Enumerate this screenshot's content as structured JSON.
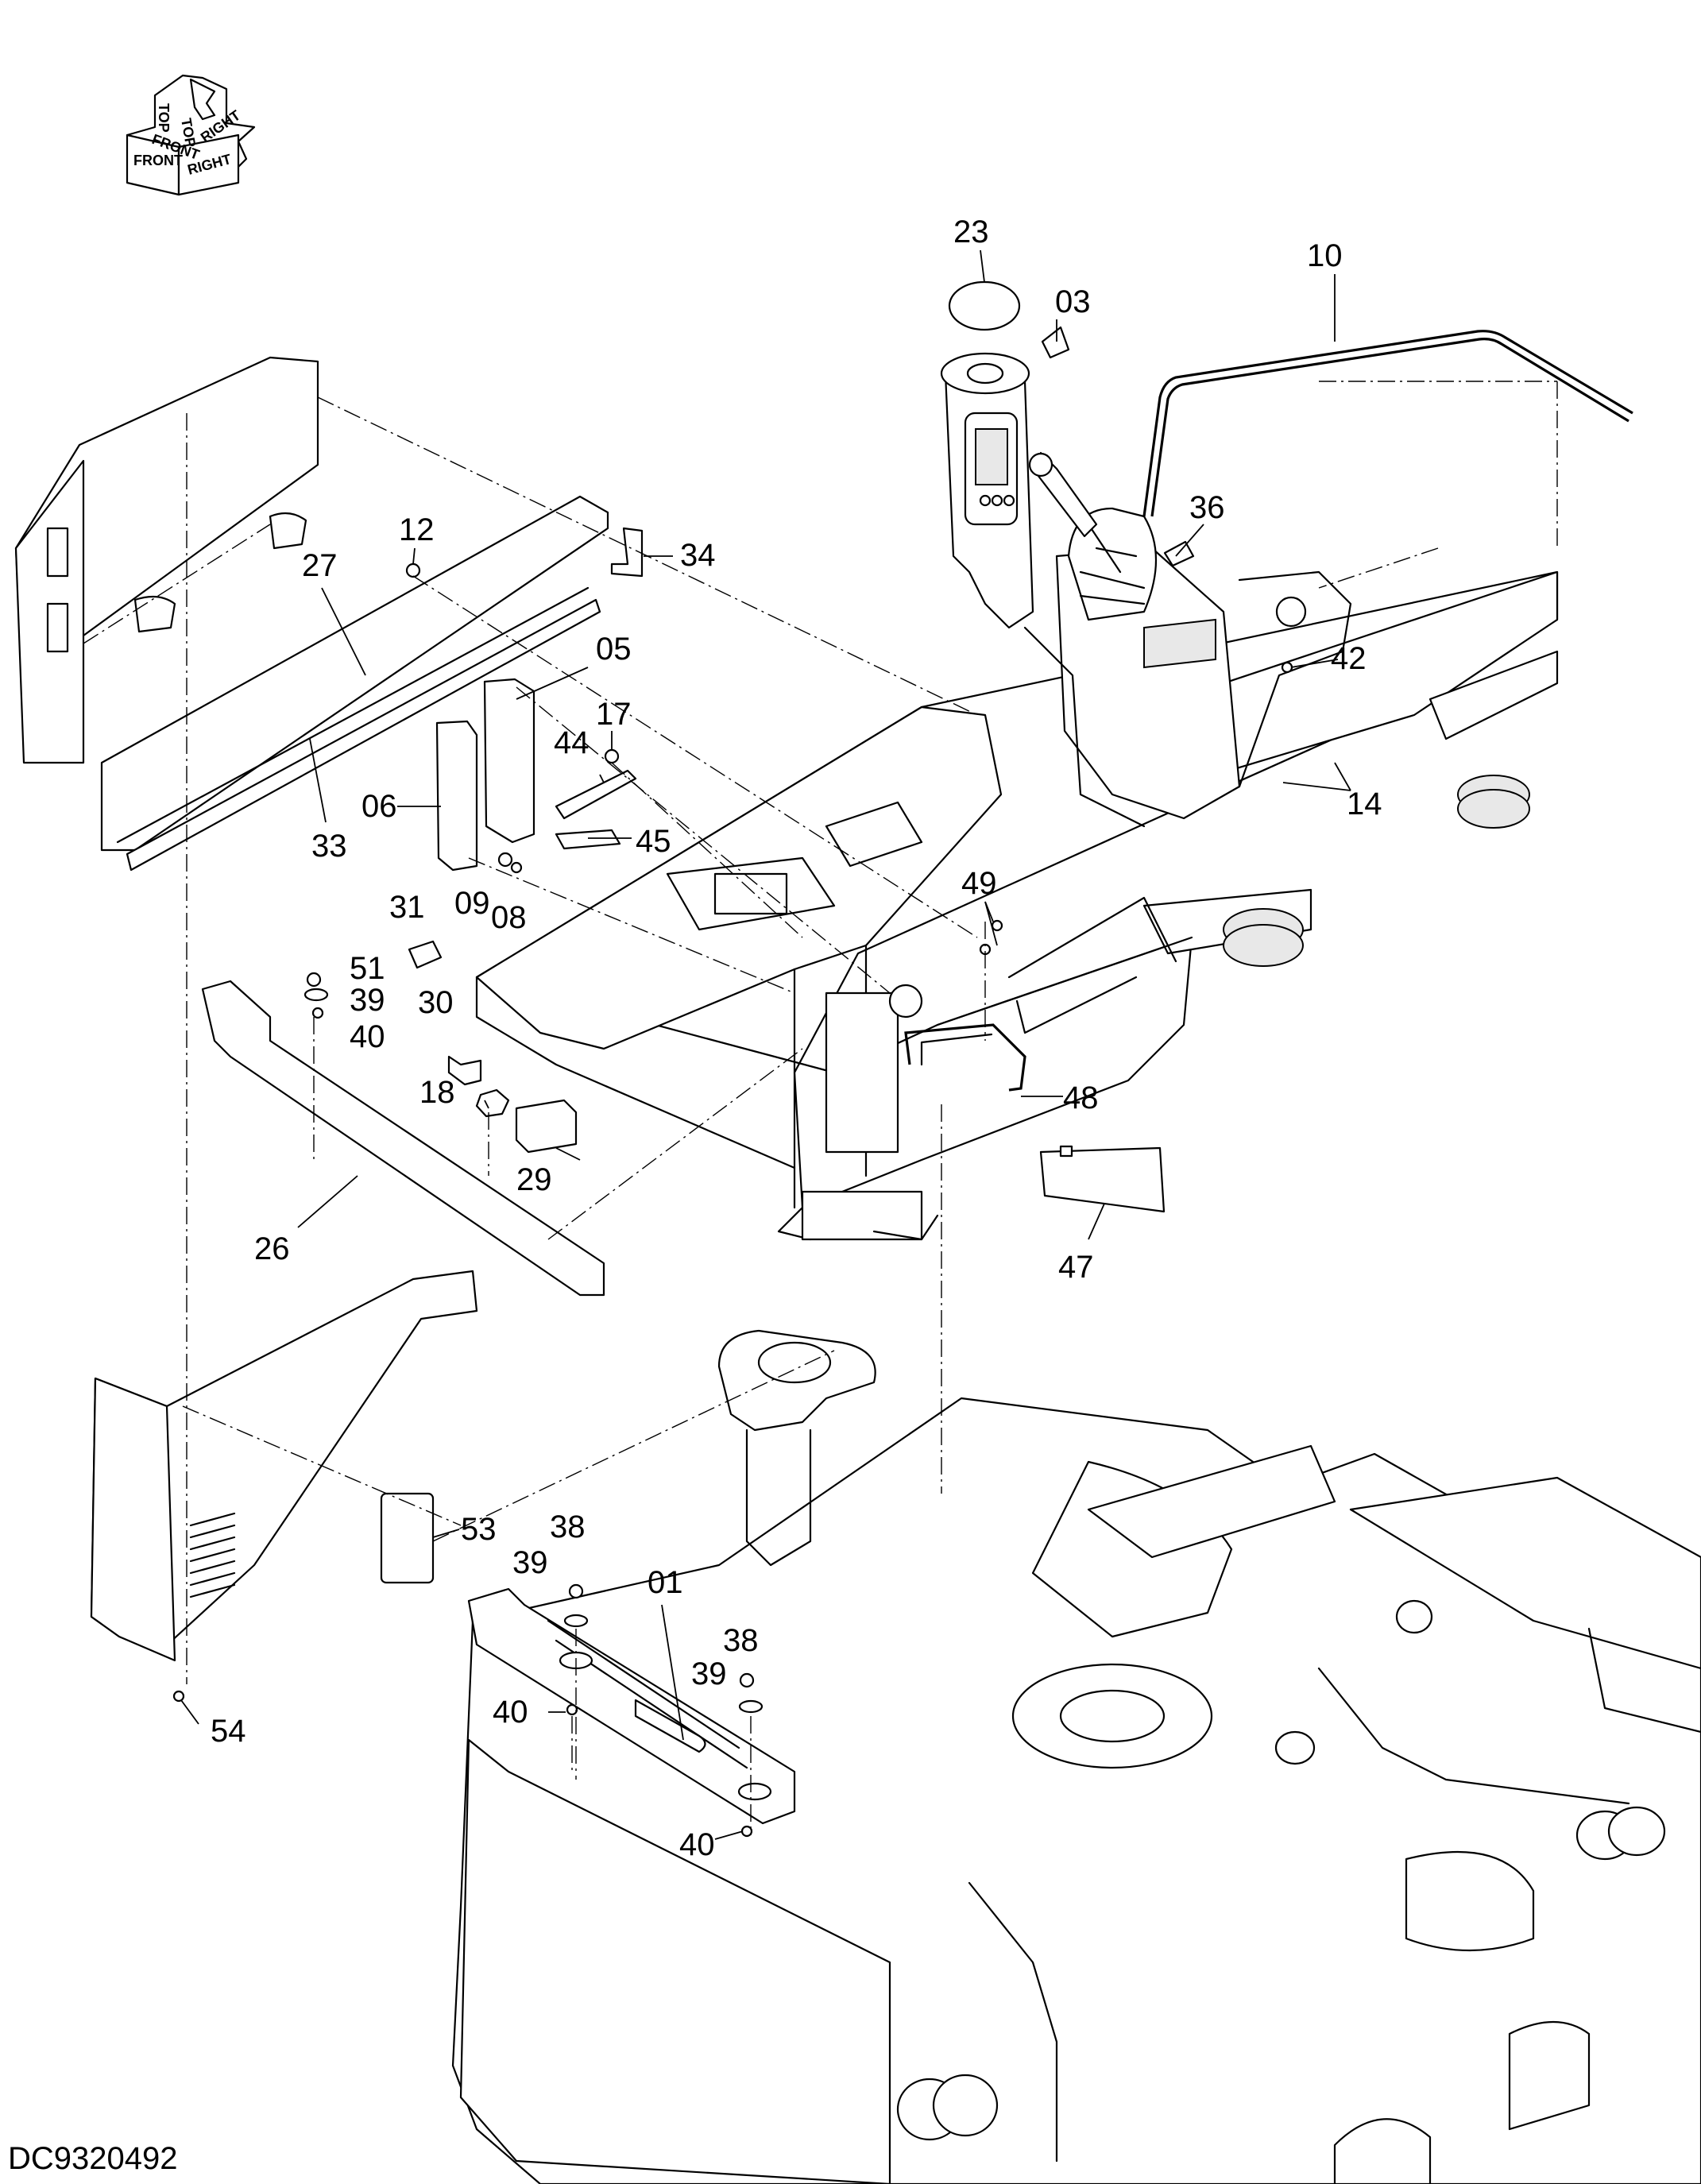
{
  "drawing_number": "DC9320492",
  "orientation_symbol": {
    "labels": [
      "TOP",
      "FRONT",
      "RIGHT"
    ],
    "mirrored_labels": [
      "FRONT",
      "TOP",
      "RIGHT"
    ]
  },
  "part_labels": [
    {
      "id": "label-23",
      "text": "23"
    },
    {
      "id": "label-03",
      "text": "03"
    },
    {
      "id": "label-10",
      "text": "10"
    },
    {
      "id": "label-36",
      "text": "36"
    },
    {
      "id": "label-12",
      "text": "12"
    },
    {
      "id": "label-27",
      "text": "27"
    },
    {
      "id": "label-34",
      "text": "34"
    },
    {
      "id": "label-05",
      "text": "05"
    },
    {
      "id": "label-42",
      "text": "42"
    },
    {
      "id": "label-17",
      "text": "17"
    },
    {
      "id": "label-44",
      "text": "44"
    },
    {
      "id": "label-14",
      "text": "14"
    },
    {
      "id": "label-06",
      "text": "06"
    },
    {
      "id": "label-33",
      "text": "33"
    },
    {
      "id": "label-45",
      "text": "45"
    },
    {
      "id": "label-09",
      "text": "09"
    },
    {
      "id": "label-08",
      "text": "08"
    },
    {
      "id": "label-49",
      "text": "49"
    },
    {
      "id": "label-31",
      "text": "31"
    },
    {
      "id": "label-51",
      "text": "51"
    },
    {
      "id": "label-39a",
      "text": "39"
    },
    {
      "id": "label-40a",
      "text": "40"
    },
    {
      "id": "label-30",
      "text": "30"
    },
    {
      "id": "label-48",
      "text": "48"
    },
    {
      "id": "label-18",
      "text": "18"
    },
    {
      "id": "label-29",
      "text": "29"
    },
    {
      "id": "label-26",
      "text": "26"
    },
    {
      "id": "label-47",
      "text": "47"
    },
    {
      "id": "label-53",
      "text": "53"
    },
    {
      "id": "label-38a",
      "text": "38"
    },
    {
      "id": "label-39b",
      "text": "39"
    },
    {
      "id": "label-01",
      "text": "01"
    },
    {
      "id": "label-38b",
      "text": "38"
    },
    {
      "id": "label-39c",
      "text": "39"
    },
    {
      "id": "label-40b",
      "text": "40"
    },
    {
      "id": "label-54",
      "text": "54"
    },
    {
      "id": "label-40c",
      "text": "40"
    }
  ]
}
